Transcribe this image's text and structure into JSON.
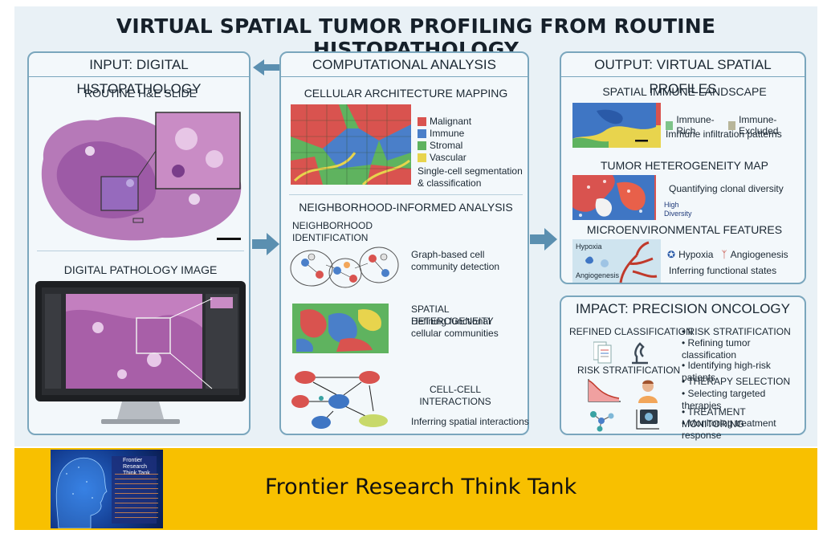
{
  "title": "VIRTUAL SPATIAL TUMOR PROFILING FROM ROUTINE HISTOPATHOLOGY",
  "input_panel": {
    "header": "INPUT: DIGITAL HISTOPATHOLOGY",
    "slide_label": "ROUTINE H&E SLIDE",
    "image_label": "DIGITAL PATHOLOGY IMAGE"
  },
  "analysis_panel": {
    "header": "COMPUTATIONAL ANALYSIS",
    "mapping_title": "CELLULAR ARCHITECTURE MAPPING",
    "legend": [
      {
        "label": "Malignant",
        "color": "#d9534f"
      },
      {
        "label": "Immune",
        "color": "#4a7fc9"
      },
      {
        "label": "Stromal",
        "color": "#5fb35f"
      },
      {
        "label": "Vascular",
        "color": "#e8d44d"
      }
    ],
    "segmentation_text": "Single-cell segmentation & classification",
    "neighborhood_title": "NEIGHBORHOOD-INFORMED ANALYSIS",
    "neighborhood_id": "NEIGHBORHOOD IDENTIFICATION",
    "graph_text": "Graph-based cell community detection",
    "heterogeneity_title": "SPATIAL HETEROGENEITY",
    "heterogeneity_text": "Defining functional cellular communities",
    "interactions_title": "CELL-CELL INTERACTIONS",
    "interactions_text": "Inferring spatial interactions"
  },
  "output_panel": {
    "header": "OUTPUT: VIRTUAL SPATIAL PROFILES",
    "immune_title": "SPATIAL IMMUNE LANDSCAPE",
    "immune_rich": "Immune-Rich",
    "immune_excluded": "Immune-Excluded",
    "infiltration_text": "Immune infiltration patterns",
    "heterogeneity_title": "TUMOR HETEROGENEITY MAP",
    "clonal_text": "Quantifying clonal diversity",
    "high_diversity": "High Diversity",
    "micro_title": "MICROENVIRONMENTAL FEATURES",
    "hypoxia_label": "Hypoxia",
    "angiogenesis_label": "Angiogenesis",
    "legend_hypoxia": "Hypoxia",
    "legend_angiogenesis": "Angiogenesis",
    "functional_text": "Inferring functional states"
  },
  "impact_panel": {
    "header": "IMPACT: PRECISION ONCOLOGY",
    "refined_classification": "REFINED CLASSIFICATION",
    "risk_stratification": "RISK STRATIFICATION",
    "bullets": [
      "• RISK STRATIFICATION",
      "• Refining tumor classification",
      "• Identifying high-risk patients",
      "• THERAPY SELECTION",
      "• Selecting targeted therapies",
      "• TREATMENT MONITORING",
      "• Monitoring treatment response"
    ]
  },
  "footer": {
    "text": "Frontier Research Think Tank",
    "logo_title": "Frontier Research Think Tank"
  },
  "colors": {
    "panel_border": "#7aa6bd",
    "arrow": "#5b8fb0",
    "footer_bg": "#f8c000"
  }
}
